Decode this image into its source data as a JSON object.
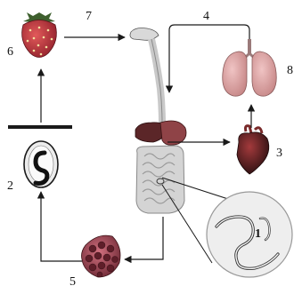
{
  "labels": {
    "n1": "1",
    "n2": "2",
    "n3": "3",
    "n4": "4",
    "n5": "5",
    "n6": "6",
    "n7": "7",
    "n8": "8"
  },
  "colors": {
    "line": "#1a1a1a",
    "berry": "#b5303b",
    "leaf": "#3e5f2e",
    "organ_dark": "#6b2326",
    "lung": "#d9a3a3",
    "intestine": "#d7d7d7",
    "egg_shell": "#ececec",
    "larva_cluster": "#a54a58",
    "lens_fill": "#eeeeee"
  },
  "icons": [
    "strawberry-icon",
    "worm-egg-icon",
    "heart-icon",
    "lungs-icon",
    "digestive-tract-icon",
    "larvae-cluster-icon",
    "magnified-worm-icon"
  ]
}
